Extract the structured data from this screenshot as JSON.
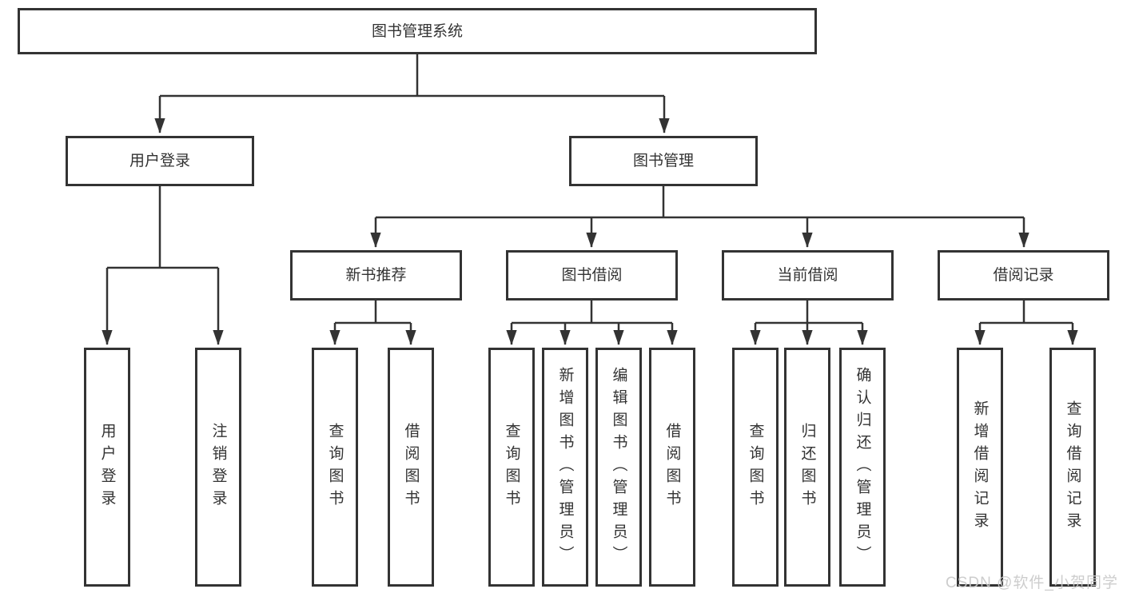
{
  "nodes": {
    "root": {
      "label": "图书管理系统"
    },
    "level2": [
      {
        "label": "用户登录"
      },
      {
        "label": "图书管理"
      }
    ],
    "level3": [
      {
        "label": "新书推荐"
      },
      {
        "label": "图书借阅"
      },
      {
        "label": "当前借阅"
      },
      {
        "label": "借阅记录"
      }
    ],
    "leaves": [
      {
        "label": "用户登录"
      },
      {
        "label": "注销登录"
      },
      {
        "label": "查询图书"
      },
      {
        "label": "借阅图书"
      },
      {
        "label": "查询图书"
      },
      {
        "label": "新增图书（管理员）"
      },
      {
        "label": "编辑图书（管理员）"
      },
      {
        "label": "借阅图书"
      },
      {
        "label": "查询图书"
      },
      {
        "label": "归还图书"
      },
      {
        "label": "确认归还（管理员）"
      },
      {
        "label": "新增借阅记录"
      },
      {
        "label": "查询借阅记录"
      }
    ]
  },
  "watermark": {
    "text": "CSDN @软件_小贺同学"
  },
  "colors": {
    "line": "#333333",
    "text": "#333333",
    "background": "#ffffff",
    "watermark": "#c9c9c9"
  }
}
